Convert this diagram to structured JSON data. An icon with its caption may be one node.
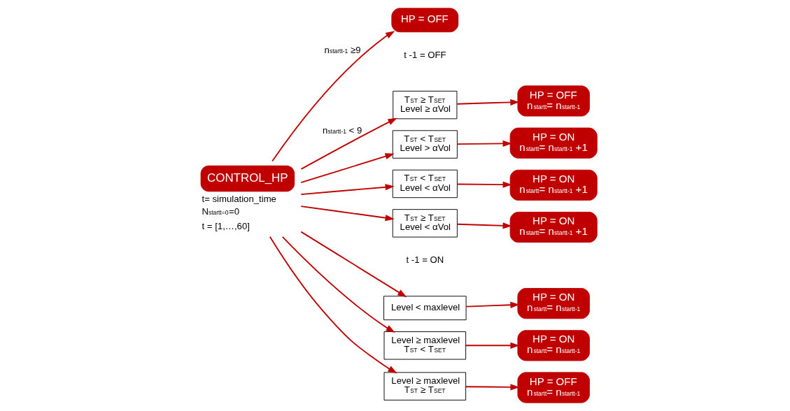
{
  "diagram": {
    "nodes": [
      {
        "text": [
          "CONTROL_HP"
        ],
        "beside": [
          "t= simulation_time",
          "N$_{startt=0}$=0",
          "t = [1,…,60]"
        ]
      },
      {
        "text": [
          "HP = OFF"
        ]
      },
      {
        "text": [
          "T$_{ST}$ ≥ T$_{SET}$",
          "Level ≥ αVol"
        ]
      },
      {
        "text": [
          "HP = OFF",
          "n$_{startt}$= n$_{startt-1}$"
        ]
      },
      {
        "text": [
          "T$_{ST}$ < T$_{SET}$",
          "Level > αVol"
        ]
      },
      {
        "text": [
          "HP = ON",
          "n$_{startt}$= n$_{startt-1}$ +1"
        ]
      },
      {
        "text": [
          "T$_{ST}$ < T$_{SET}$",
          "Level < αVol"
        ]
      },
      {
        "text": [
          "HP = ON",
          "n$_{startt}$= n$_{startt-1}$ +1"
        ]
      },
      {
        "text": [
          "T$_{ST}$ ≥ T$_{SET}$",
          "Level < αVol"
        ]
      },
      {
        "text": [
          "HP = ON",
          "n$_{startt}$= n$_{startt-1}$ +1"
        ]
      },
      {
        "text": [
          "Level < maxlevel"
        ]
      },
      {
        "text": [
          "HP = ON",
          "n$_{startt}$= n$_{startt-1}$"
        ]
      },
      {
        "text": [
          "Level ≥ maxlevel",
          "T$_{ST}$ < T$_{SET}$"
        ]
      },
      {
        "text": [
          "HP = ON",
          "n$_{startt}$= n$_{startt-1}$"
        ]
      },
      {
        "text": [
          "Level ≥ maxlevel",
          "T$_{ST}$ ≥ T$_{SET}$"
        ]
      },
      {
        "text": [
          "HP = OFF",
          "n$_{startt}$= n$_{startt-1}$"
        ]
      }
    ],
    "edges": [
      {
        "from": 0,
        "to": 1,
        "arrow": "to",
        "label": "n$_{startt-1}$ ≥9"
      },
      {
        "from": 0,
        "to": 2,
        "arrow": "to",
        "label": "n$_{startt-1}$ < 9"
      },
      {
        "from": 0,
        "to": 4,
        "arrow": "to"
      },
      {
        "from": 0,
        "to": 6,
        "arrow": "to"
      },
      {
        "from": 0,
        "to": 8,
        "arrow": "to"
      },
      {
        "from": 0,
        "to": 10,
        "arrow": "to"
      },
      {
        "from": 0,
        "to": 12,
        "arrow": "to"
      },
      {
        "from": 0,
        "to": 14,
        "arrow": "to"
      },
      {
        "from": 2,
        "to": 3,
        "arrow": "to"
      },
      {
        "from": 4,
        "to": 5,
        "arrow": "to"
      },
      {
        "from": 6,
        "to": 7,
        "arrow": "to"
      },
      {
        "from": 8,
        "to": 9,
        "arrow": "to"
      },
      {
        "from": 10,
        "to": 11,
        "arrow": "to"
      },
      {
        "from": 12,
        "to": 13,
        "arrow": "to"
      },
      {
        "from": 14,
        "to": 15,
        "arrow": "to"
      }
    ],
    "labels": [
      "t -1 = OFF",
      "t -1 = ON"
    ]
  }
}
